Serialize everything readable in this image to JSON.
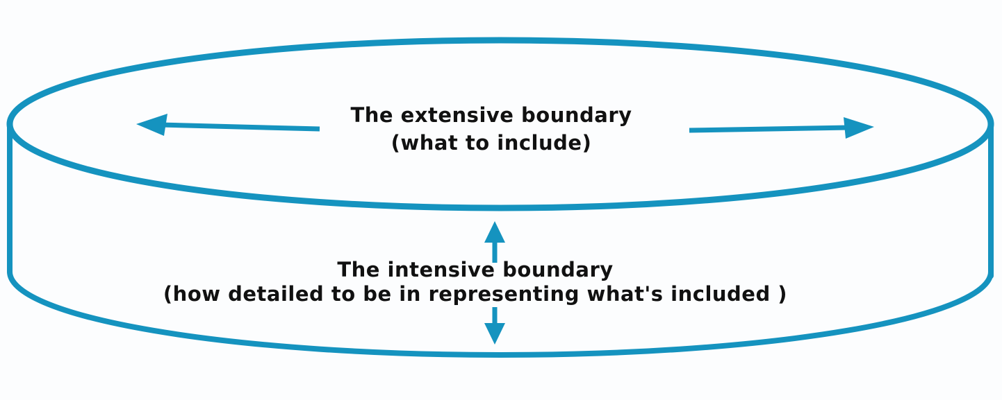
{
  "diagram_type": "system-boundary-cylinder",
  "labels": {
    "extensive": {
      "line1": "The extensive boundary",
      "line2": "(what to include)"
    },
    "intensive": {
      "line1": "The intensive boundary",
      "line2": "(how detailed to be in representing what's included )"
    }
  },
  "icons": {
    "left_arrow": "arrow-left",
    "right_arrow": "arrow-right",
    "up_arrow": "arrow-up",
    "down_arrow": "arrow-down"
  },
  "colors": {
    "stroke": "#1593BF",
    "background": "#FCFDFE",
    "text": "#111111"
  }
}
